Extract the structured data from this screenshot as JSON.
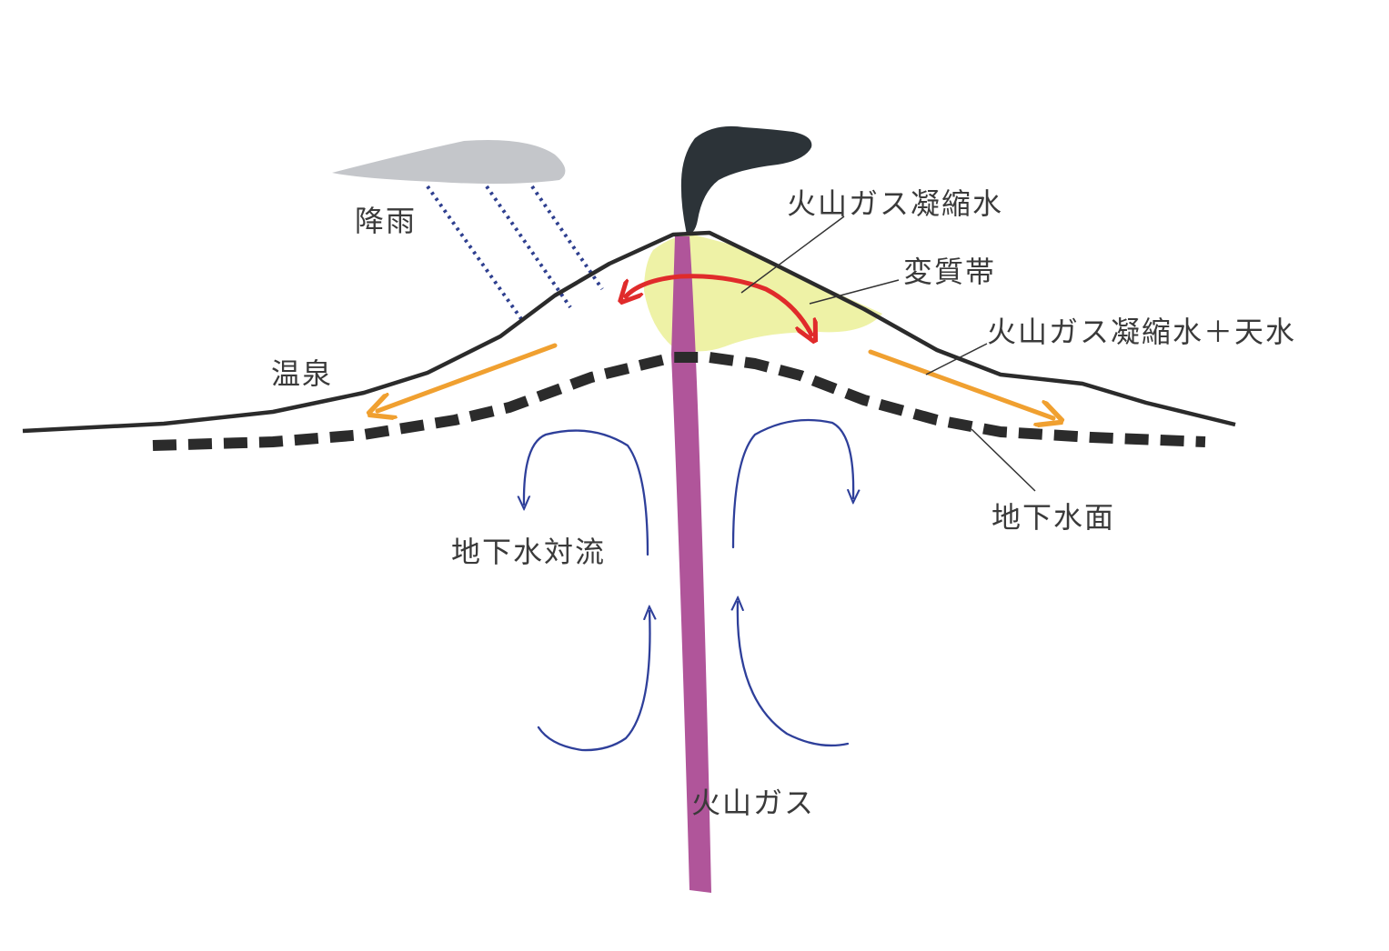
{
  "labels": {
    "rain": "降雨",
    "hot_spring": "温泉",
    "condensate": "火山ガス凝縮水",
    "alteration_zone": "変質帯",
    "condensate_plus_meteoric": "火山ガス凝縮水＋天水",
    "water_table": "地下水面",
    "groundwater_convection": "地下水対流",
    "volcanic_gas": "火山ガス"
  },
  "colors": {
    "ground_line": "#2b2b2b",
    "water_table": "#2b2b2b",
    "cloud": "#c4c6ca",
    "rain": "#2e3f8f",
    "plume": "#2c3338",
    "alteration_zone": "#eef2a6",
    "red_arrow": "#e02b2b",
    "orange_arrow": "#f0a030",
    "convection_arrow": "#2e3f9a",
    "gas_conduit": "#b0559a",
    "leader_line": "#333333",
    "text": "#3a3a3a"
  }
}
